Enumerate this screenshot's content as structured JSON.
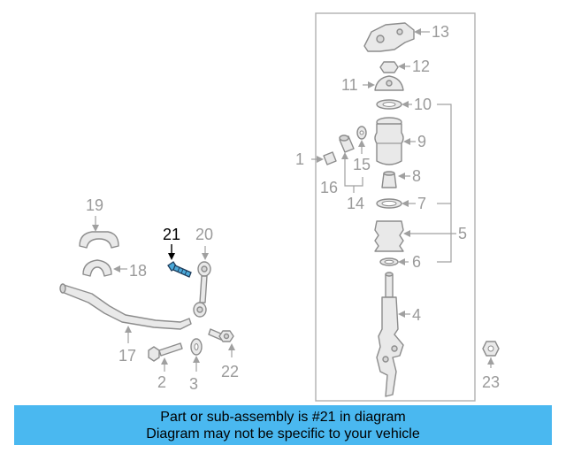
{
  "diagram": {
    "callouts": {
      "c1": "1",
      "c2": "2",
      "c3": "3",
      "c4": "4",
      "c5": "5",
      "c6": "6",
      "c7": "7",
      "c8": "8",
      "c9": "9",
      "c10": "10",
      "c11": "11",
      "c12": "12",
      "c13": "13",
      "c14": "14",
      "c15": "15",
      "c16": "16",
      "c17": "17",
      "c18": "18",
      "c19": "19",
      "c20": "20",
      "c21": "21",
      "c22": "22",
      "c23": "23"
    },
    "highlighted_part": "21",
    "highlight_color": "#4aa8d8"
  },
  "banner": {
    "line1": "Part or sub-assembly is #21 in diagram",
    "line2": "Diagram may not be specific to your vehicle",
    "color": "#4ab8f0"
  }
}
